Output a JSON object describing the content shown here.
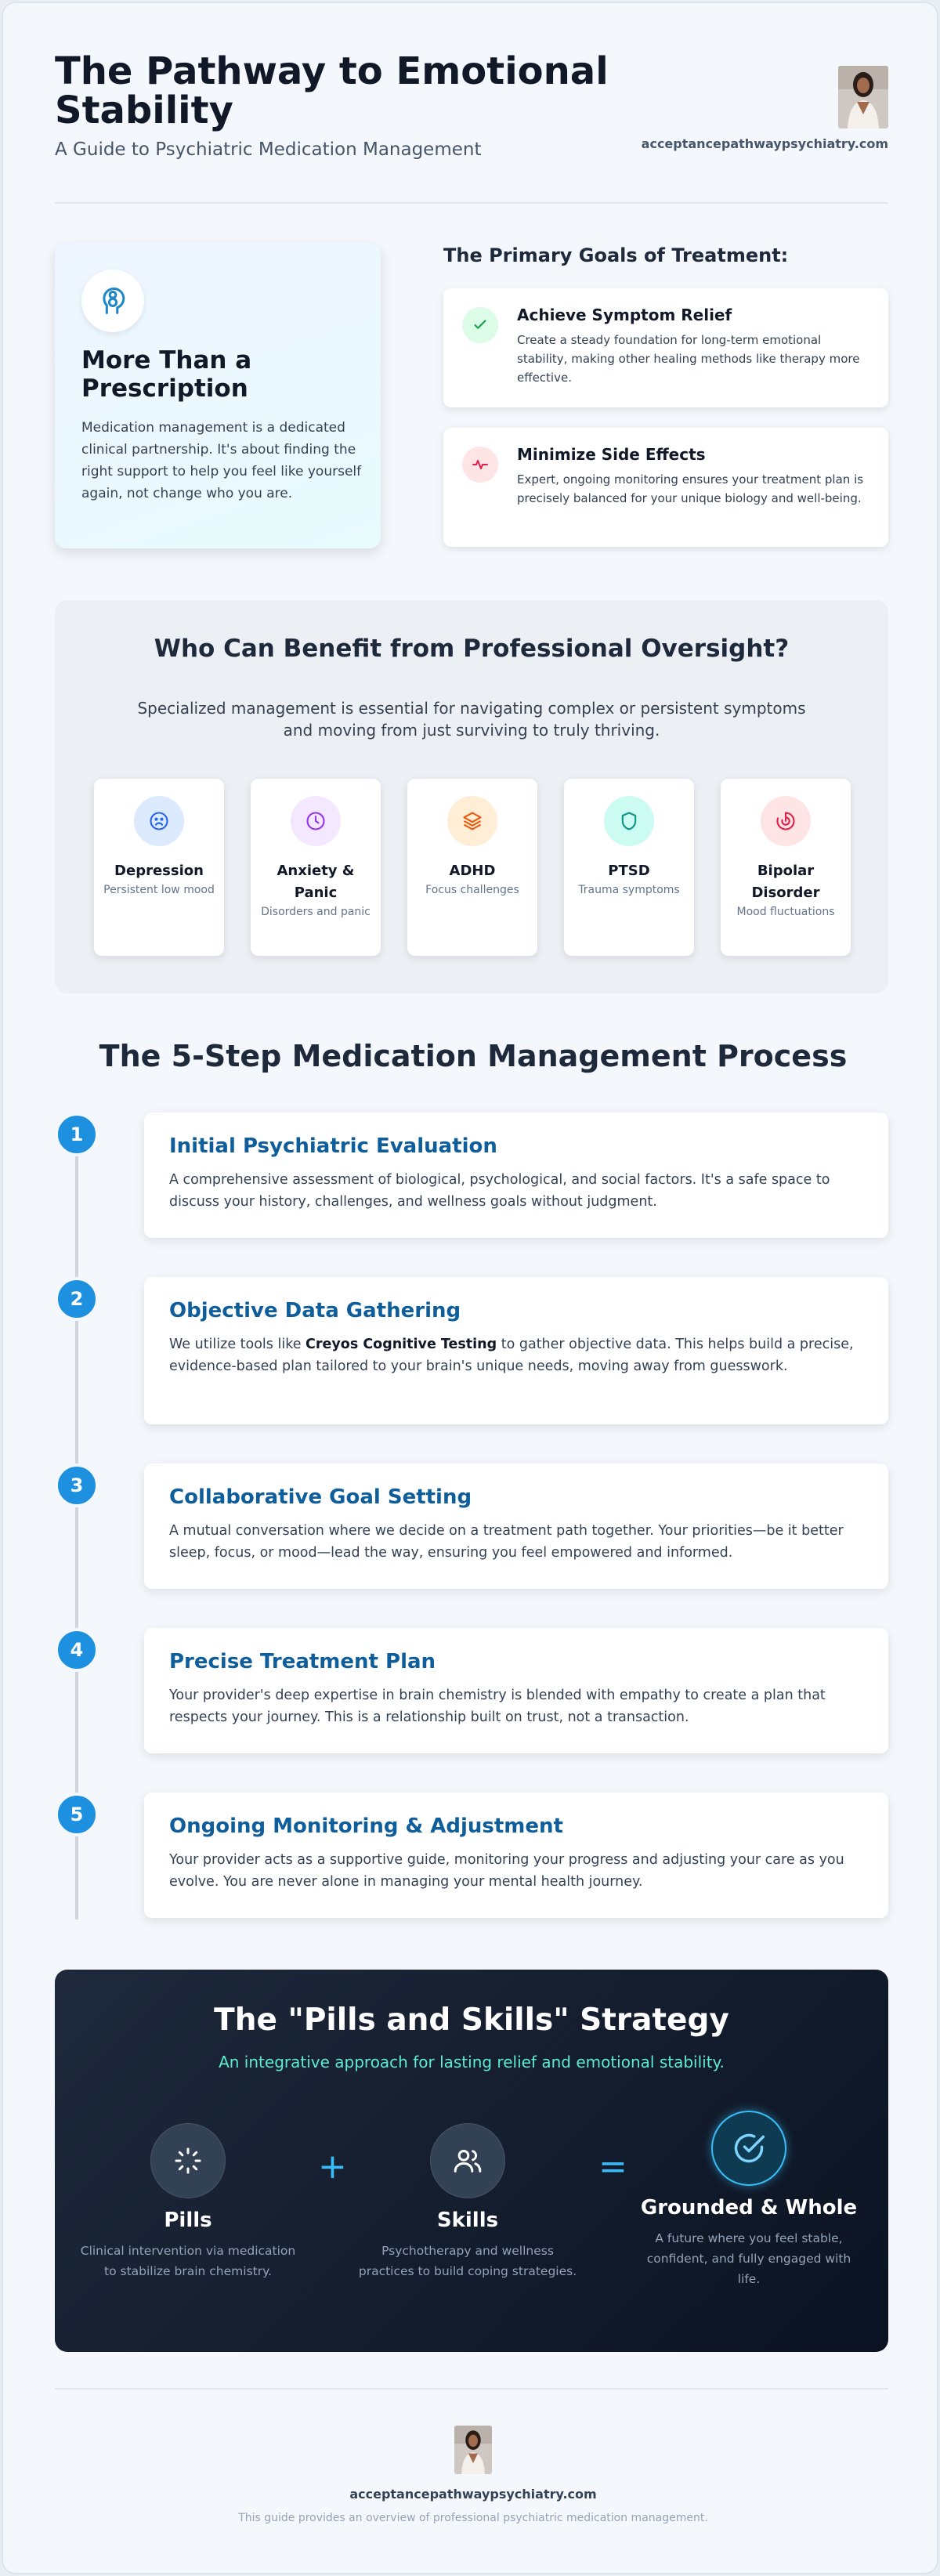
{
  "header": {
    "title": "The Pathway to Emotional Stability",
    "subtitle": "A Guide to Psychiatric Medication Management",
    "website": "acceptancepathwaypsychiatry.com"
  },
  "intro": {
    "icon": "head-icon",
    "heading": "More Than a Prescription",
    "text": "Medication management is a dedicated clinical partnership. It's about finding the right support to help you feel like yourself again, not change who you are."
  },
  "goals": {
    "title": "The Primary Goals of Treatment:",
    "items": [
      {
        "icon": "check-icon",
        "title": "Achieve Symptom Relief",
        "text": "Create a steady foundation for long-term emotional stability, making other healing methods like therapy more effective."
      },
      {
        "icon": "pulse-icon",
        "title": "Minimize Side Effects",
        "text": "Expert, ongoing monitoring ensures your treatment plan is precisely balanced for your unique biology and well-being."
      }
    ]
  },
  "benefit": {
    "title": "Who Can Benefit from Professional Oversight?",
    "text": "Specialized management is essential for navigating complex or persistent symptoms and moving from just surviving to truly thriving.",
    "conditions": [
      {
        "icon": "frown-face-icon",
        "name": "Depression",
        "desc": "Persistent low mood",
        "color": "#2563eb",
        "bg": "#dbeafe"
      },
      {
        "icon": "clock-icon",
        "name": "Anxiety & Panic",
        "desc": "Disorders and panic",
        "color": "#9333ea",
        "bg": "#f3e8ff"
      },
      {
        "icon": "layers-icon",
        "name": "ADHD",
        "desc": "Focus challenges",
        "color": "#ea580c",
        "bg": "#ffedd5"
      },
      {
        "icon": "shield-icon",
        "name": "PTSD",
        "desc": "Trauma symptoms",
        "color": "#0d9488",
        "bg": "#ccfbf1"
      },
      {
        "icon": "pie-swirl-icon",
        "name": "Bipolar Disorder",
        "desc": "Mood fluctuations",
        "color": "#e11d48",
        "bg": "#ffe4e6"
      }
    ]
  },
  "steps": {
    "title": "The 5-Step Medication Management Process",
    "items": [
      {
        "num": "1",
        "title": "Initial Psychiatric Evaluation",
        "text": "A comprehensive assessment of biological, psychological, and social factors. It's a safe space to discuss your history, challenges, and wellness goals without judgment."
      },
      {
        "num": "2",
        "title": "Objective Data Gathering",
        "text_before": "We utilize tools like ",
        "text_bold": "Creyos Cognitive Testing",
        "text_after": " to gather objective data. This helps build a precise, evidence-based plan tailored to your brain's unique needs, moving away from guesswork."
      },
      {
        "num": "3",
        "title": "Collaborative Goal Setting",
        "text": "A mutual conversation where we decide on a treatment path together. Your priorities—be it better sleep, focus, or mood—lead the way, ensuring you feel empowered and informed."
      },
      {
        "num": "4",
        "title": "Precise Treatment Plan",
        "text": "Your provider's deep expertise in brain chemistry is blended with empathy to create a plan that respects your journey. This is a relationship built on trust, not a transaction."
      },
      {
        "num": "5",
        "title": "Ongoing Monitoring & Adjustment",
        "text": "Your provider acts as a supportive guide, monitoring your progress and adjusting your care as you evolve. You are never alone in managing your mental health journey."
      }
    ]
  },
  "strategy": {
    "title": "The \"Pills and Skills\" Strategy",
    "subtitle": "An integrative approach for lasting relief and emotional stability.",
    "plus": "+",
    "equals": "=",
    "items": [
      {
        "icon": "loader-icon",
        "name": "Pills",
        "desc": "Clinical intervention via medication to stabilize brain chemistry."
      },
      {
        "icon": "users-icon",
        "name": "Skills",
        "desc": "Psychotherapy and wellness practices to build coping strategies."
      },
      {
        "icon": "check-circle-icon",
        "name": "Grounded & Whole",
        "desc": "A future where you feel stable, confident, and fully engaged with life."
      }
    ]
  },
  "footer": {
    "website": "acceptancepathwaypsychiatry.com",
    "note": "This guide provides an overview of professional psychiatric medication management."
  }
}
